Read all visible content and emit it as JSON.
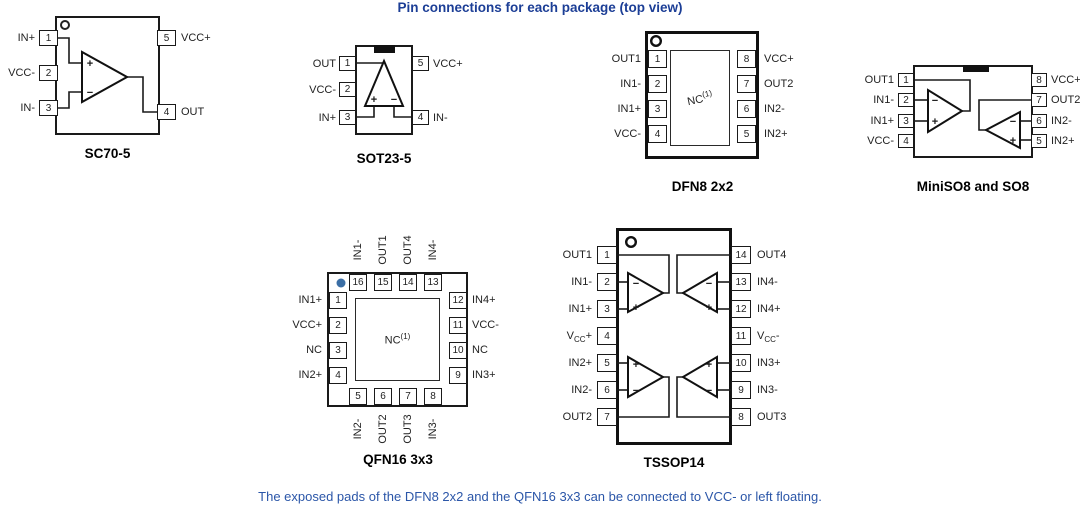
{
  "title": "Pin connections for each package (top view)",
  "footnote": "The exposed pads of the DFN8 2x2 and the QFN16 3x3 can be connected to VCC- or left floating.",
  "colors": {
    "title_blue": "#1c3e96",
    "note_blue": "#2b56a8",
    "line_black": "#1a1a1a",
    "pin1_dot_blue": "#3b6ea5"
  },
  "packages": {
    "sc70": {
      "caption": "SC70-5",
      "left": [
        {
          "n": "1",
          "label": "IN+"
        },
        {
          "n": "2",
          "label": "VCC-"
        },
        {
          "n": "3",
          "label": "IN-"
        }
      ],
      "right": [
        {
          "n": "5",
          "label": "VCC+"
        },
        {
          "n": "4",
          "label": "OUT"
        }
      ],
      "signs": {
        "top": "+",
        "bottom": "−"
      }
    },
    "sot23": {
      "caption": "SOT23-5",
      "left": [
        {
          "n": "1",
          "label": "OUT"
        },
        {
          "n": "2",
          "label": "VCC-"
        },
        {
          "n": "3",
          "label": "IN+"
        }
      ],
      "right": [
        {
          "n": "5",
          "label": "VCC+"
        },
        {
          "n": "4",
          "label": "IN-"
        }
      ],
      "signs": {
        "left": "+",
        "right": "−"
      }
    },
    "dfn8": {
      "caption": "DFN8 2x2",
      "left": [
        {
          "n": "1",
          "label": "OUT1"
        },
        {
          "n": "2",
          "label": "IN1-"
        },
        {
          "n": "3",
          "label": "IN1+"
        },
        {
          "n": "4",
          "label": "VCC-"
        }
      ],
      "right": [
        {
          "n": "8",
          "label": "VCC+"
        },
        {
          "n": "7",
          "label": "OUT2"
        },
        {
          "n": "6",
          "label": "IN2-"
        },
        {
          "n": "5",
          "label": "IN2+"
        }
      ],
      "nc": {
        "text": "NC",
        "sup": "(1)"
      }
    },
    "miniso8": {
      "caption": "MiniSO8 and SO8",
      "left": [
        {
          "n": "1",
          "label": "OUT1"
        },
        {
          "n": "2",
          "label": "IN1-"
        },
        {
          "n": "3",
          "label": "IN1+"
        },
        {
          "n": "4",
          "label": "VCC-"
        }
      ],
      "right": [
        {
          "n": "8",
          "label": "VCC+"
        },
        {
          "n": "7",
          "label": "OUT2"
        },
        {
          "n": "6",
          "label": "IN2-"
        },
        {
          "n": "5",
          "label": "IN2+"
        }
      ],
      "amp1": {
        "top": "−",
        "bottom": "+"
      },
      "amp2": {
        "top": "−",
        "bottom": "+"
      }
    },
    "qfn16": {
      "caption": "QFN16 3x3",
      "top": [
        {
          "n": "16",
          "label": "IN1-"
        },
        {
          "n": "15",
          "label": "OUT1"
        },
        {
          "n": "14",
          "label": "OUT4"
        },
        {
          "n": "13",
          "label": "IN4-"
        }
      ],
      "left": [
        {
          "n": "1",
          "label": "IN1+"
        },
        {
          "n": "2",
          "label": "VCC+"
        },
        {
          "n": "3",
          "label": "NC"
        },
        {
          "n": "4",
          "label": "IN2+"
        }
      ],
      "right": [
        {
          "n": "12",
          "label": "IN4+"
        },
        {
          "n": "11",
          "label": "VCC-"
        },
        {
          "n": "10",
          "label": "NC"
        },
        {
          "n": "9",
          "label": "IN3+"
        }
      ],
      "bottom": [
        {
          "n": "5",
          "label": "IN2-"
        },
        {
          "n": "6",
          "label": "OUT2"
        },
        {
          "n": "7",
          "label": "OUT3"
        },
        {
          "n": "8",
          "label": "IN3-"
        }
      ],
      "nc": {
        "text": "NC",
        "sup": "(1)"
      }
    },
    "tssop14": {
      "caption": "TSSOP14",
      "left": [
        {
          "n": "1",
          "label": "OUT1"
        },
        {
          "n": "2",
          "label": "IN1-"
        },
        {
          "n": "3",
          "label": "IN1+"
        },
        {
          "n": "4",
          "pre": "V",
          "sub": "CC",
          "post": "+"
        },
        {
          "n": "5",
          "label": "IN2+"
        },
        {
          "n": "6",
          "label": "IN2-"
        },
        {
          "n": "7",
          "label": "OUT2"
        }
      ],
      "right": [
        {
          "n": "14",
          "label": "OUT4"
        },
        {
          "n": "13",
          "label": "IN4-"
        },
        {
          "n": "12",
          "label": "IN4+"
        },
        {
          "n": "11",
          "pre": "V",
          "sub": "CC",
          "post": "-"
        },
        {
          "n": "10",
          "label": "IN3+"
        },
        {
          "n": "9",
          "label": "IN3-"
        },
        {
          "n": "8",
          "label": "OUT3"
        }
      ],
      "amps": {
        "tl": {
          "top": "−",
          "bottom": "+"
        },
        "tr": {
          "top": "−",
          "bottom": "+"
        },
        "bl": {
          "top": "+",
          "bottom": "−"
        },
        "br": {
          "top": "+",
          "bottom": "−"
        }
      }
    }
  }
}
